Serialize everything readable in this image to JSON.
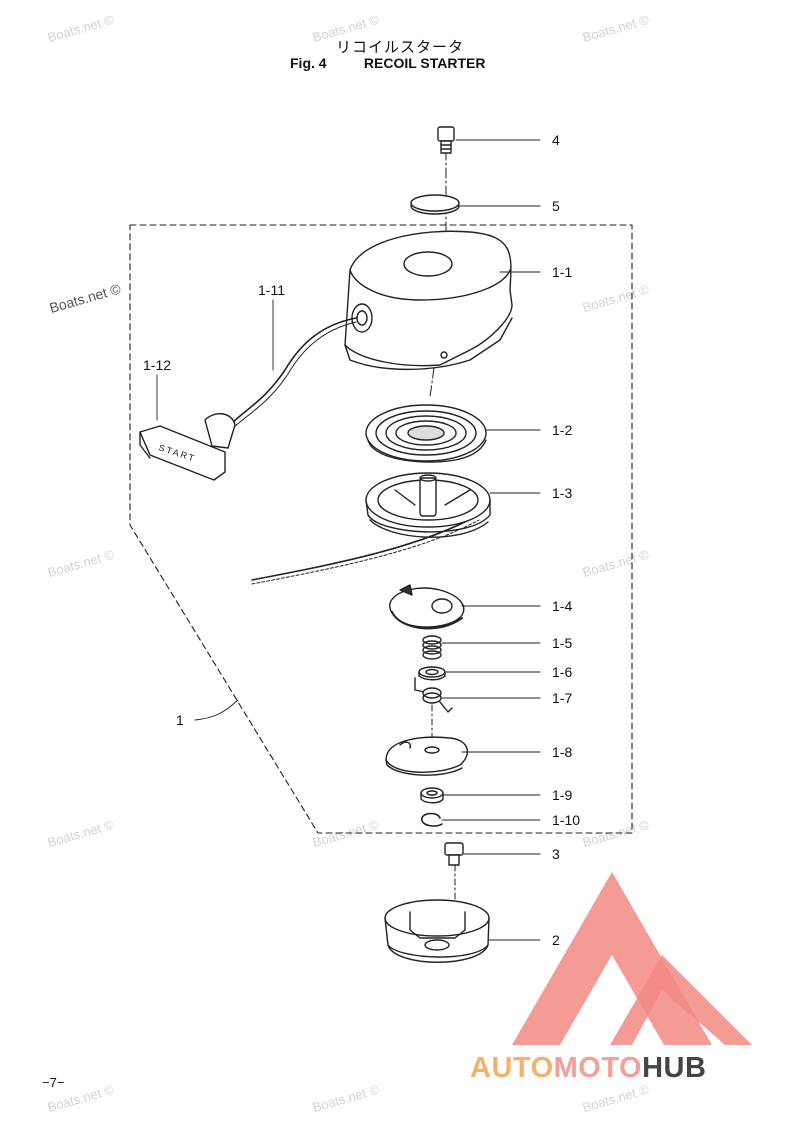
{
  "header": {
    "title_jp": "リコイルスタータ",
    "fig_label": "Fig. 4",
    "fig_title": "RECOIL STARTER"
  },
  "callouts": {
    "p4": "4",
    "p5": "5",
    "p1_1": "1-1",
    "p1_11": "1-11",
    "p1_12": "1-12",
    "p1_2": "1-2",
    "p1_3": "1-3",
    "p1_4": "1-4",
    "p1_5": "1-5",
    "p1_6": "1-6",
    "p1_7": "1-7",
    "p1": "1",
    "p1_8": "1-8",
    "p1_9": "1-9",
    "p1_10": "1-10",
    "p3": "3",
    "p2": "2"
  },
  "handle_text": "START",
  "watermark": "Boats.net ©",
  "page_number": "−7−",
  "brand": {
    "part1": "AUTO",
    "part2": "MOTO",
    "part3": "HUB",
    "colors": {
      "logo": "#f28a82",
      "part1": "#f2b26b",
      "part2": "#f2a09a",
      "part3": "#444444"
    }
  }
}
